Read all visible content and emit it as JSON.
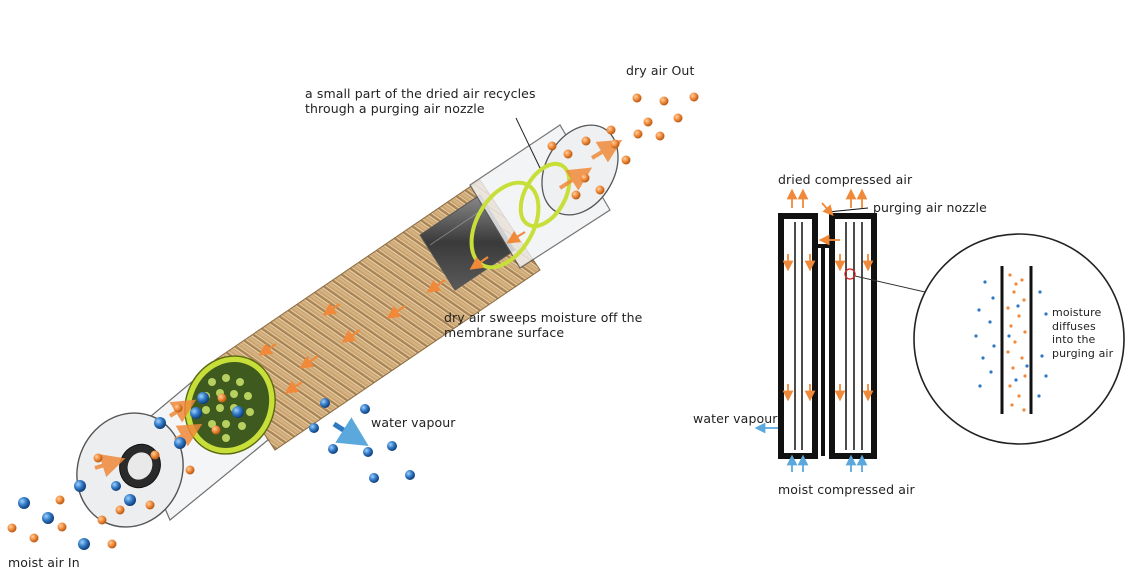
{
  "left_diagram": {
    "labels": {
      "dry_air_out": "dry air Out",
      "recycle_note_line1": "a small part of the dried air recycles",
      "recycle_note_line2": "through a purging air nozzle",
      "sweep_note_line1": "dry air sweeps moisture off the",
      "sweep_note_line2": "membrane surface",
      "water_vapour": "water vapour",
      "moist_air_in": "moist air In"
    }
  },
  "right_diagram": {
    "labels": {
      "dried_compressed_air": "dried compressed air",
      "purging_air_nozzle": "purging air nozzle",
      "water_vapour": "water vapour",
      "moist_compressed_air": "moist compressed air",
      "moisture_line1": "moisture",
      "moisture_line2": "diffuses",
      "moisture_line3": "into the",
      "moisture_line4": "purging air"
    }
  },
  "colors": {
    "dry_air": "#f08a3a",
    "water_vapour": "#2f78c4",
    "arrow_blue": "#5aa8dc",
    "membrane": "#d2b083",
    "seal_ring": "#c8df3a",
    "highlight_circle": "#d62020",
    "tube_outline": "#111111"
  }
}
